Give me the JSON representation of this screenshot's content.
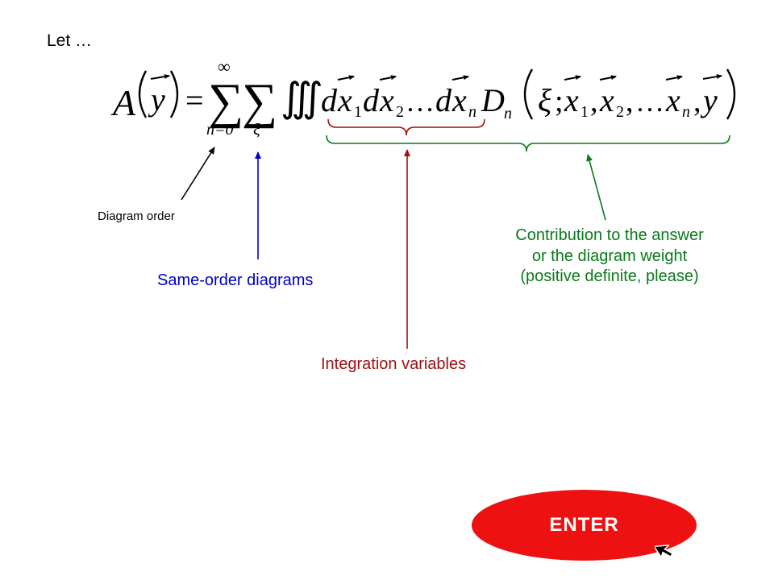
{
  "intro_text": "Let …",
  "formula": {
    "lhs_func": "A",
    "lhs_var": "y",
    "equals": "=",
    "sum_upper": "∞",
    "sum_lower": "n=0",
    "sum2_lower": "ξ",
    "integral": "∭",
    "diff_d": "d",
    "var_x": "x",
    "sub_1": "1",
    "sub_2": "2",
    "sub_n": "n",
    "ellipsis": "…",
    "func_D": "D",
    "xi": "ξ",
    "semicolon": ";",
    "comma": ",",
    "ellipsis2": "…",
    "var_y": "y"
  },
  "labels": {
    "diagram_order": "Diagram order",
    "same_order": "Same-order diagrams",
    "integration": "Integration variables",
    "contribution": [
      "Contribution to the answer",
      "or the diagram weight",
      "(positive definite, please)"
    ]
  },
  "enter_button": {
    "label": "ENTER"
  },
  "icons": {
    "cursor": "arrow-cursor-icon"
  },
  "colors": {
    "black": "#000000",
    "blue": "#0000cc",
    "dark_red": "#a01010",
    "green": "#0a7a1a",
    "button": "#ee1111"
  }
}
